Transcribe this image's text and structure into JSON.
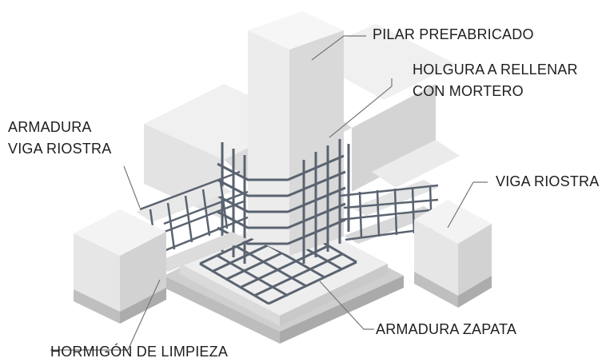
{
  "labels": {
    "pilar_prefabricado": "PILAR PREFABRICADO",
    "holgura_line1": "HOLGURA A RELLENAR",
    "holgura_line2": "CON MORTERO",
    "armadura_viga_line1": "ARMADURA",
    "armadura_viga_line2": "VIGA RIOSTRA",
    "viga_riostra": "VIGA RIOSTRA",
    "armadura_zapata": "ARMADURA ZAPATA",
    "hormigon_limpieza": "HORMIGÓN DE LIMPIEZA"
  },
  "colors": {
    "concrete_top": "#f1f1f1",
    "concrete_left": "#e2e2e2",
    "concrete_right": "#d3d3d3",
    "blinding_layer": "#c8c8c8",
    "rebar": "#5a6370",
    "leader_line": "#777777",
    "label_text": "#1e1e1e"
  }
}
